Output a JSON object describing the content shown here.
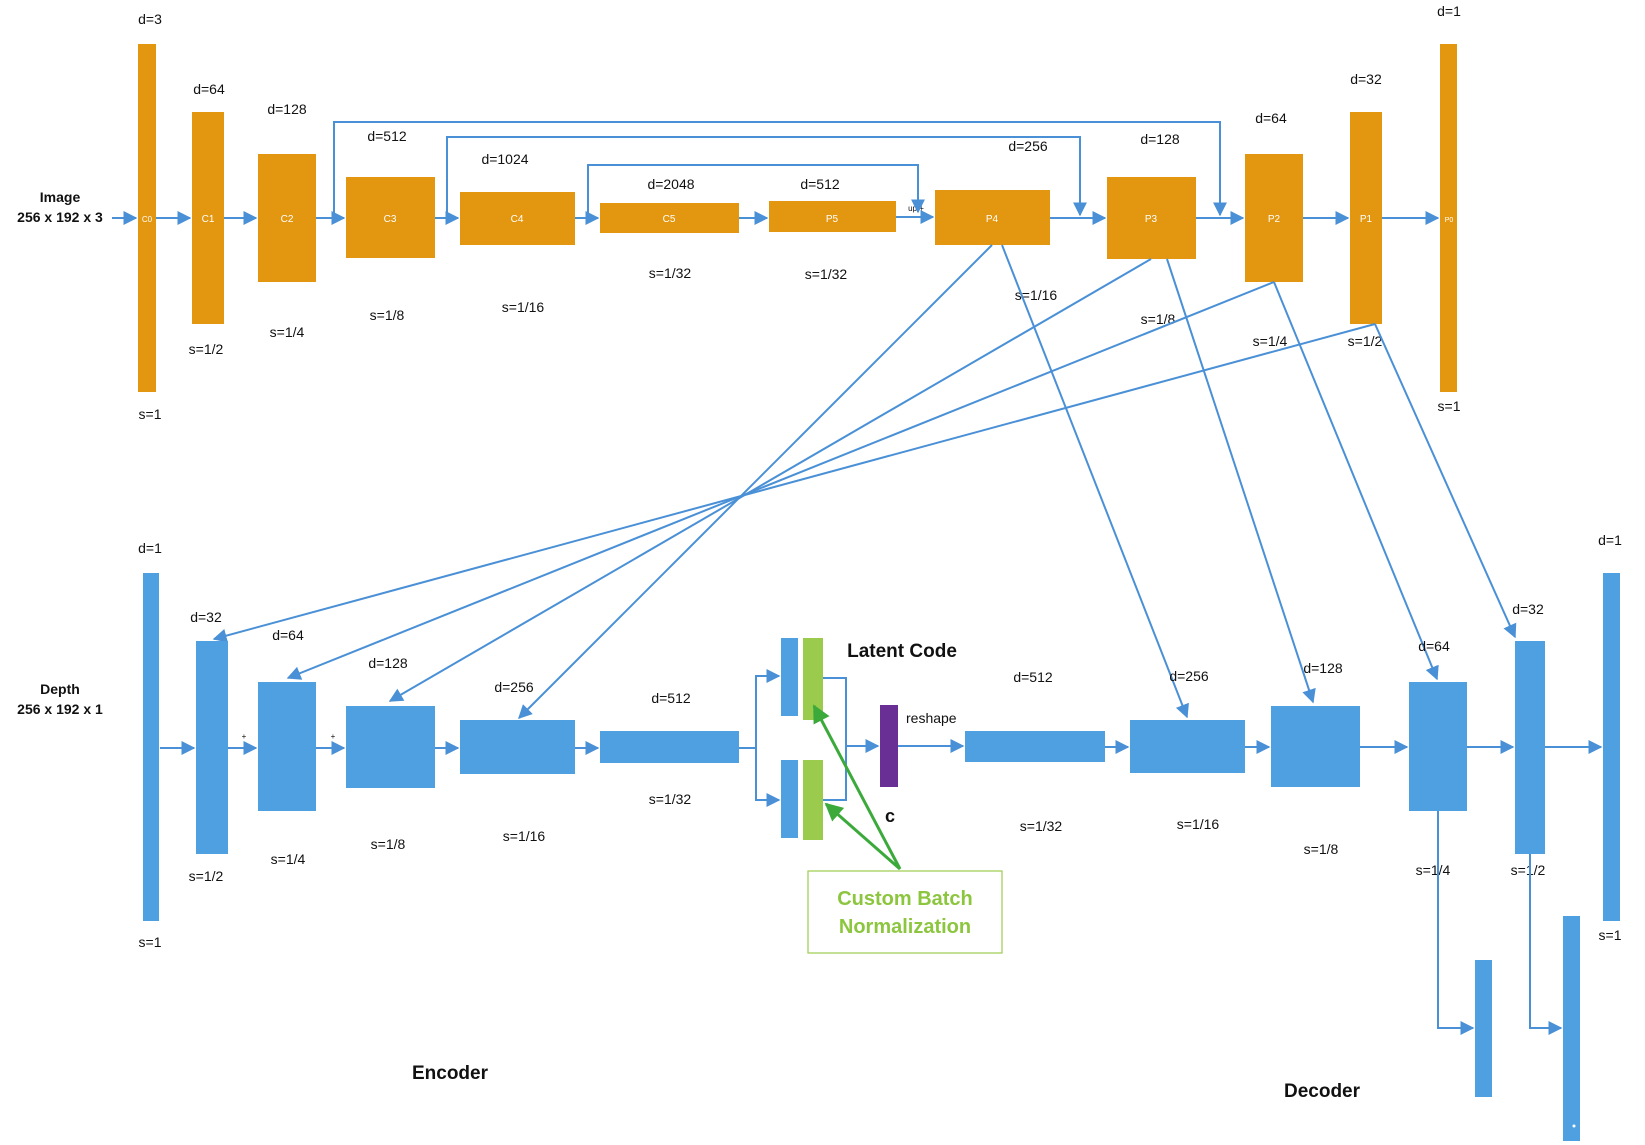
{
  "colors": {
    "orange": "#E3960F",
    "blue": "#4FA0E1",
    "green": "#9BCB4C",
    "purple": "#6A2F95",
    "arrow": "#4A90D6",
    "annot": "#3BAA3B",
    "annot_text": "#8CC63F"
  },
  "image_row": {
    "title": "Image",
    "subtitle": "256 x 192 x 3",
    "blocks": [
      {
        "id": "c0",
        "label": "C0",
        "d": "d=3",
        "s": "s=1"
      },
      {
        "id": "c1",
        "label": "C1",
        "d": "d=64",
        "s": "s=1/2"
      },
      {
        "id": "c2",
        "label": "C2",
        "d": "d=128",
        "s": "s=1/4"
      },
      {
        "id": "c3",
        "label": "C3",
        "d": "d=512",
        "s": "s=1/8"
      },
      {
        "id": "c4",
        "label": "C4",
        "d": "d=1024",
        "s": "s=1/16"
      },
      {
        "id": "c5",
        "label": "C5",
        "d": "d=2048",
        "s": "s=1/32"
      },
      {
        "id": "p5",
        "label": "P5",
        "d": "d=512",
        "s": "s=1/32"
      },
      {
        "id": "p4",
        "label": "P4",
        "d": "d=256",
        "s": "s=1/16"
      },
      {
        "id": "p3",
        "label": "P3",
        "d": "d=128",
        "s": "s=1/8"
      },
      {
        "id": "p2",
        "label": "P2",
        "d": "d=64",
        "s": "s=1/4"
      },
      {
        "id": "p1",
        "label": "P1",
        "d": "d=32",
        "s": "s=1/2"
      },
      {
        "id": "p0",
        "label": "P0",
        "d": "d=1",
        "s": "s=1"
      }
    ],
    "upadd_label": "up +"
  },
  "depth_row": {
    "title": "Depth",
    "subtitle": "256 x 192 x 1",
    "blocks": [
      {
        "id": "e0",
        "d": "d=1",
        "s": "s=1"
      },
      {
        "id": "e1",
        "d": "d=32",
        "s": "s=1/2"
      },
      {
        "id": "e2",
        "d": "d=64",
        "s": "s=1/4"
      },
      {
        "id": "e3",
        "d": "d=128",
        "s": "s=1/8"
      },
      {
        "id": "e4",
        "d": "d=256",
        "s": "s=1/16"
      },
      {
        "id": "e5",
        "d": "d=512",
        "s": "s=1/32"
      },
      {
        "id": "d5",
        "d": "d=512",
        "s": "s=1/32"
      },
      {
        "id": "d4",
        "d": "d=256",
        "s": "s=1/16"
      },
      {
        "id": "d3",
        "d": "d=128",
        "s": "s=1/8"
      },
      {
        "id": "d2",
        "d": "d=64",
        "s": "s=1/4"
      },
      {
        "id": "d1",
        "d": "d=32",
        "s": "s=1/2"
      },
      {
        "id": "d0",
        "d": "d=1",
        "s": "s=1"
      }
    ],
    "plus": "+",
    "latent_title": "Latent Code",
    "c_label": "c",
    "reshape_label": "reshape",
    "cbn_line1": "Custom Batch",
    "cbn_line2": "Normalization",
    "encoder_label": "Encoder",
    "decoder_label": "Decoder"
  }
}
